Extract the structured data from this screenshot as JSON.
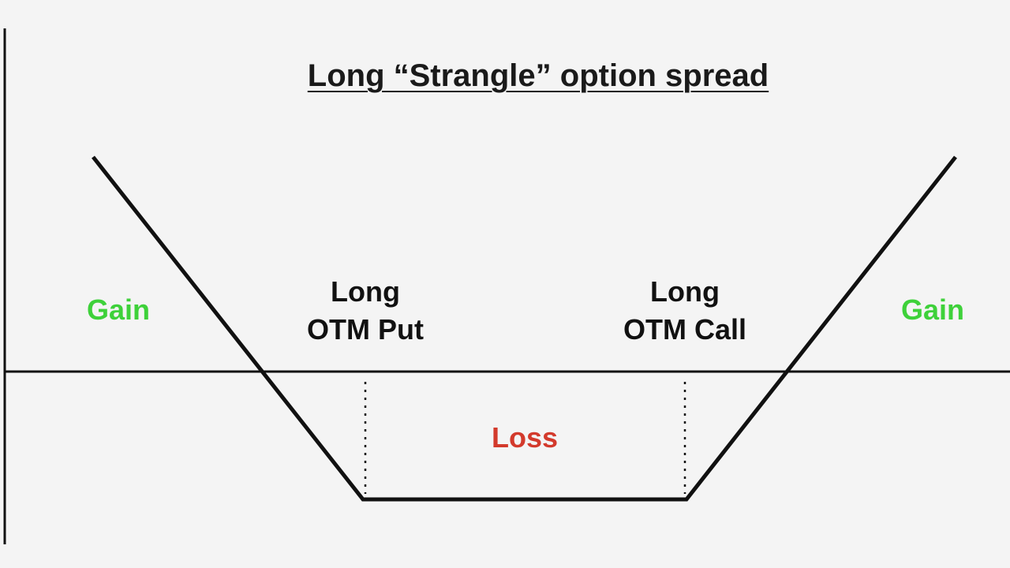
{
  "title": "Long “Strangle” option spread",
  "labels": {
    "gain_left": "Gain",
    "gain_right": "Gain",
    "put_line1": "Long",
    "put_line2": "OTM Put",
    "call_line1": "Long",
    "call_line2": "OTM Call",
    "loss": "Loss"
  },
  "colors": {
    "gain": "#3ed13a",
    "loss": "#d33a2c",
    "line": "#111111",
    "background": "#f4f4f4"
  }
}
